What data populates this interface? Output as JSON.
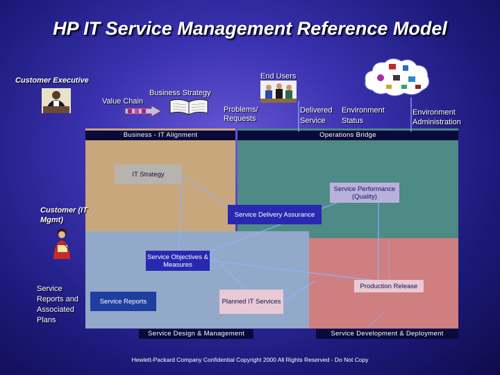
{
  "title": "HP IT Service Management Reference Model",
  "labels": {
    "customer_executive": "Customer Executive",
    "end_users": "End Users",
    "business_strategy": "Business Strategy",
    "value_chain": "Value Chain",
    "problems_requests": "Problems/ Requests",
    "delivered_service": "Delivered Service",
    "environment_status": "Environment Status",
    "environment_administration": "Environment Administration",
    "customer_it_mgmt": "Customer (IT Mgmt)",
    "service_reports_plans": "Service Reports and Associated Plans"
  },
  "quadrants": {
    "business_it_alignment": "Business - IT Alignment",
    "operations_bridge": "Operations Bridge",
    "service_design_management": "Service Design & Management",
    "service_development_deployment": "Service Development & Deployment"
  },
  "boxes": {
    "it_strategy": "IT Strategy",
    "service_performance": "Service Performance (Quality)",
    "service_delivery_assurance": "Service Delivery Assurance",
    "service_objectives": "Service Objectives & Measures",
    "production_release": "Production Release",
    "service_reports": "Service Reports",
    "planned_it_services": "Planned IT Services"
  },
  "footer": "Hewlett-Packard Company Confidential Copyright 2000 All Rights Reserved - Do Not Copy",
  "colors": {
    "background": "#3a32b0",
    "business_it_alignment": "#c9a77c",
    "operations_bridge": "#4e8a86",
    "service_design_management": "#93a9c9",
    "service_development_deployment": "#d07f80"
  },
  "icons": [
    "executive-person-icon",
    "end-users-group-icon",
    "book-icon",
    "arrow-icon",
    "environment-cloud-icon",
    "customer-woman-icon"
  ]
}
